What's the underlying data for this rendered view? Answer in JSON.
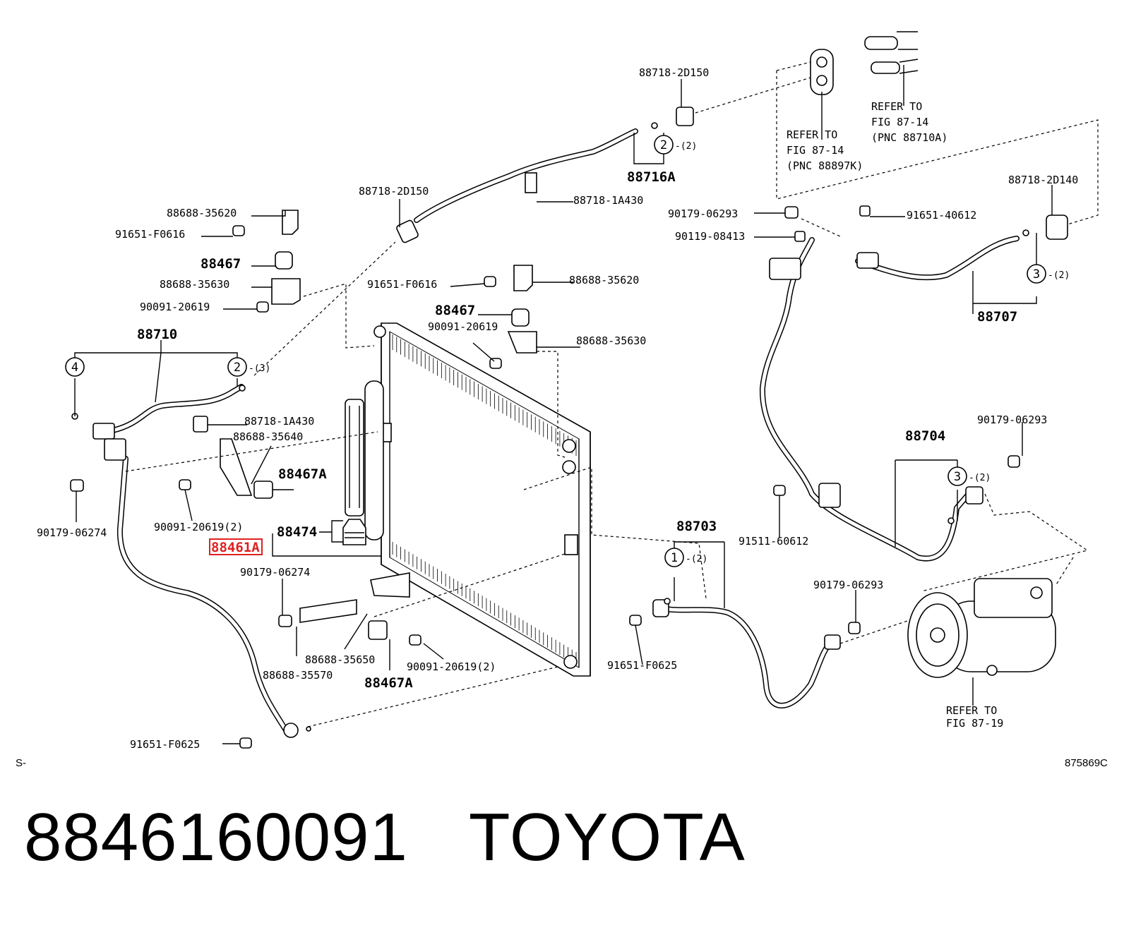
{
  "footer": {
    "part_number": "8846160091",
    "brand": "TOYOTA"
  },
  "corner": {
    "left_code": "S-",
    "figure_code": "875869C"
  },
  "highlight_color": "#e02020",
  "labels": {
    "p_88718_2d150_top": "88718-2D150",
    "p_88718_2d150_mid": "88718-2D150",
    "p_88716a": "88716A",
    "p_88718_1a430_top": "88718-1A430",
    "p_88688_35620_left": "88688-35620",
    "p_91651_f0616_left": "91651-F0616",
    "p_88467_left": "88467",
    "p_88688_35630_left": "88688-35630",
    "p_90091_20619_left": "90091-20619",
    "p_88710": "88710",
    "p_91651_f0616_mid": "91651-F0616",
    "p_88688_35620_mid": "88688-35620",
    "p_88467_mid": "88467",
    "p_90091_20619_mid": "90091-20619",
    "p_88688_35630_mid": "88688-35630",
    "p_88718_1a430_left": "88718-1A430",
    "p_88688_35640": "88688-35640",
    "p_88467a_upper": "88467A",
    "p_90091_20619_2": "90091-20619(2)",
    "p_90179_06274_left": "90179-06274",
    "p_88474": "88474",
    "p_88461a": "88461A",
    "p_90179_06274_mid": "90179-06274",
    "p_88688_35650": "88688-35650",
    "p_88688_35570": "88688-35570",
    "p_90091_20619_2b": "90091-20619(2)",
    "p_88467a_lower": "88467A",
    "p_91651_f0625_left": "91651-F0625",
    "p_90179_06293_top": "90179-06293",
    "p_90119_08413": "90119-08413",
    "p_91651_40612": "91651-40612",
    "p_88718_2d140": "88718-2D140",
    "p_88707": "88707",
    "p_90179_06293_right": "90179-06293",
    "p_88704": "88704",
    "p_91511_60612": "91511-60612",
    "p_88703": "88703",
    "p_90179_06293_mid": "90179-06293",
    "p_91651_f0625_mid": "91651-F0625"
  },
  "refs": {
    "ref1_l1": "REFER TO",
    "ref1_l2": "FIG 87-14",
    "ref1_l3": "(PNC 88897K)",
    "ref2_l1": "REFER TO",
    "ref2_l2": "FIG 87-14",
    "ref2_l3": "(PNC 88710A)",
    "ref3_l1": "REFER TO",
    "ref3_l2": "FIG 87-19"
  },
  "callouts": {
    "c1": "1",
    "c2a": "2",
    "c2b": "2",
    "c3a": "3",
    "c3b": "3",
    "c4": "4",
    "m1": "-(2)",
    "m2a": "-(2)",
    "m2b": "-(3)",
    "m3a": "-(2)",
    "m3b": "-(2)"
  }
}
